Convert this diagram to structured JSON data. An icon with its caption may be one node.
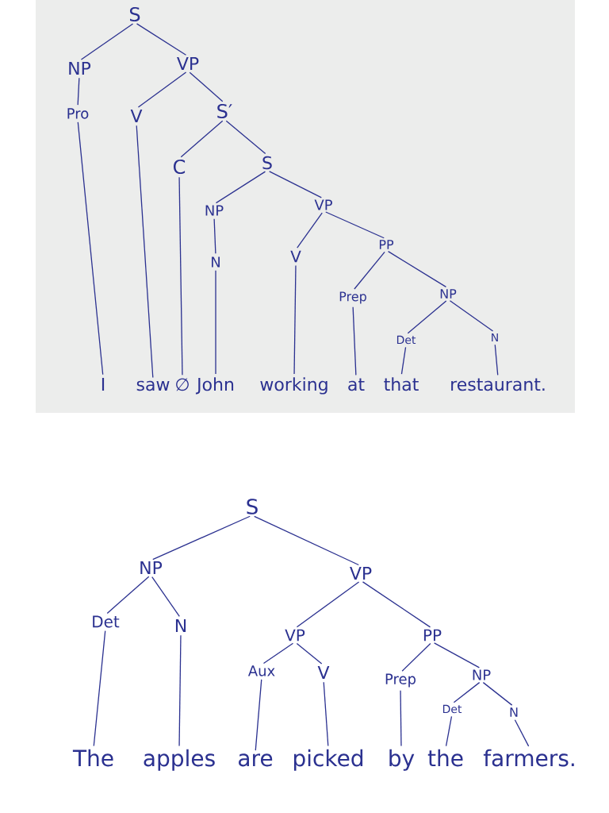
{
  "diagram": {
    "nodes": [
      {
        "text": [
          "S"
        ]
      },
      {
        "text": [
          "NP"
        ]
      },
      {
        "text": [
          "VP"
        ]
      },
      {
        "text": [
          "Pro"
        ]
      },
      {
        "text": [
          "V"
        ]
      },
      {
        "text": [
          "S′"
        ]
      },
      {
        "text": [
          "C"
        ]
      },
      {
        "text": [
          "S"
        ]
      },
      {
        "text": [
          "NP"
        ]
      },
      {
        "text": [
          "VP"
        ]
      },
      {
        "text": [
          "N"
        ]
      },
      {
        "text": [
          "V"
        ]
      },
      {
        "text": [
          "PP"
        ]
      },
      {
        "text": [
          "Prep"
        ]
      },
      {
        "text": [
          "NP"
        ]
      },
      {
        "text": [
          "Det"
        ]
      },
      {
        "text": [
          "N"
        ]
      },
      {
        "text": [
          "I"
        ]
      },
      {
        "text": [
          "saw"
        ]
      },
      {
        "text": [
          "∅"
        ]
      },
      {
        "text": [
          "John"
        ]
      },
      {
        "text": [
          "working"
        ]
      },
      {
        "text": [
          "at"
        ]
      },
      {
        "text": [
          "that"
        ]
      },
      {
        "text": [
          "restaurant."
        ]
      },
      {
        "text": [
          "S"
        ]
      },
      {
        "text": [
          "NP"
        ]
      },
      {
        "text": [
          "VP"
        ]
      },
      {
        "text": [
          "Det"
        ]
      },
      {
        "text": [
          "N"
        ]
      },
      {
        "text": [
          "VP"
        ]
      },
      {
        "text": [
          "PP"
        ]
      },
      {
        "text": [
          "Aux"
        ]
      },
      {
        "text": [
          "V"
        ]
      },
      {
        "text": [
          "Prep"
        ]
      },
      {
        "text": [
          "NP"
        ]
      },
      {
        "text": [
          "Det"
        ]
      },
      {
        "text": [
          "N"
        ]
      },
      {
        "text": [
          "The"
        ]
      },
      {
        "text": [
          "apples"
        ]
      },
      {
        "text": [
          "are"
        ]
      },
      {
        "text": [
          "picked"
        ]
      },
      {
        "text": [
          "by"
        ]
      },
      {
        "text": [
          "the"
        ]
      },
      {
        "text": [
          "farmers."
        ]
      }
    ],
    "edges": [
      {
        "from": 0,
        "to": 1,
        "arrow": "none"
      },
      {
        "from": 0,
        "to": 2,
        "arrow": "none"
      },
      {
        "from": 1,
        "to": 3,
        "arrow": "none"
      },
      {
        "from": 2,
        "to": 4,
        "arrow": "none"
      },
      {
        "from": 2,
        "to": 5,
        "arrow": "none"
      },
      {
        "from": 5,
        "to": 6,
        "arrow": "none"
      },
      {
        "from": 5,
        "to": 7,
        "arrow": "none"
      },
      {
        "from": 7,
        "to": 8,
        "arrow": "none"
      },
      {
        "from": 7,
        "to": 9,
        "arrow": "none"
      },
      {
        "from": 8,
        "to": 10,
        "arrow": "none"
      },
      {
        "from": 9,
        "to": 11,
        "arrow": "none"
      },
      {
        "from": 9,
        "to": 12,
        "arrow": "none"
      },
      {
        "from": 12,
        "to": 13,
        "arrow": "none"
      },
      {
        "from": 12,
        "to": 14,
        "arrow": "none"
      },
      {
        "from": 14,
        "to": 15,
        "arrow": "none"
      },
      {
        "from": 14,
        "to": 16,
        "arrow": "none"
      },
      {
        "from": 3,
        "to": 17,
        "arrow": "none"
      },
      {
        "from": 4,
        "to": 18,
        "arrow": "none"
      },
      {
        "from": 6,
        "to": 19,
        "arrow": "none"
      },
      {
        "from": 10,
        "to": 20,
        "arrow": "none"
      },
      {
        "from": 11,
        "to": 21,
        "arrow": "none"
      },
      {
        "from": 13,
        "to": 22,
        "arrow": "none"
      },
      {
        "from": 15,
        "to": 23,
        "arrow": "none"
      },
      {
        "from": 16,
        "to": 24,
        "arrow": "none"
      },
      {
        "from": 25,
        "to": 26,
        "arrow": "none"
      },
      {
        "from": 25,
        "to": 27,
        "arrow": "none"
      },
      {
        "from": 26,
        "to": 28,
        "arrow": "none"
      },
      {
        "from": 26,
        "to": 29,
        "arrow": "none"
      },
      {
        "from": 27,
        "to": 30,
        "arrow": "none"
      },
      {
        "from": 27,
        "to": 31,
        "arrow": "none"
      },
      {
        "from": 30,
        "to": 32,
        "arrow": "none"
      },
      {
        "from": 30,
        "to": 33,
        "arrow": "none"
      },
      {
        "from": 31,
        "to": 34,
        "arrow": "none"
      },
      {
        "from": 31,
        "to": 35,
        "arrow": "none"
      },
      {
        "from": 35,
        "to": 36,
        "arrow": "none"
      },
      {
        "from": 35,
        "to": 37,
        "arrow": "none"
      },
      {
        "from": 28,
        "to": 38,
        "arrow": "none"
      },
      {
        "from": 29,
        "to": 39,
        "arrow": "none"
      },
      {
        "from": 32,
        "to": 40,
        "arrow": "none"
      },
      {
        "from": 33,
        "to": 41,
        "arrow": "none"
      },
      {
        "from": 34,
        "to": 42,
        "arrow": "none"
      },
      {
        "from": 36,
        "to": 43,
        "arrow": "none"
      },
      {
        "from": 37,
        "to": 44,
        "arrow": "none"
      }
    ]
  }
}
